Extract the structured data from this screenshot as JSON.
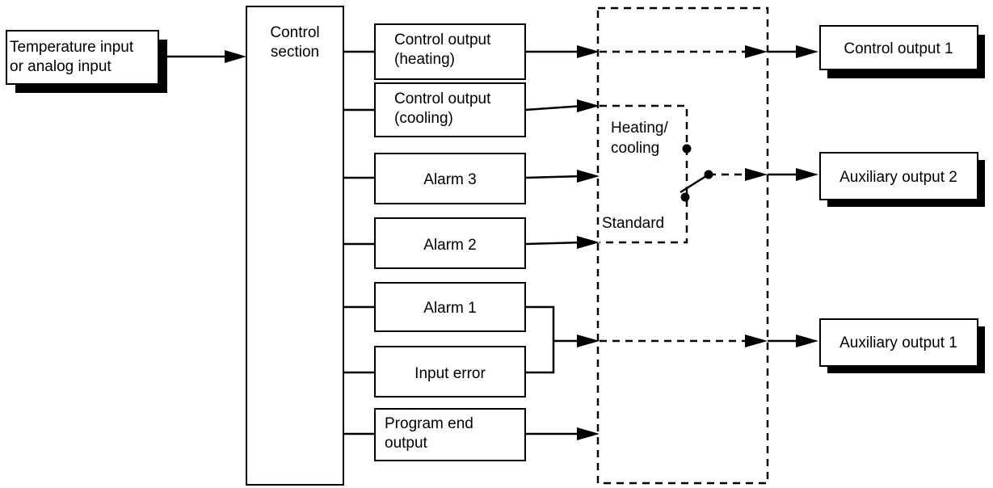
{
  "inputs": {
    "temperature_input": [
      "Temperature input",
      "or analog input"
    ]
  },
  "control_section": [
    "Control",
    "section"
  ],
  "functions": {
    "control_output_heating": [
      "Control output",
      "(heating)"
    ],
    "control_output_cooling": [
      "Control output",
      "(cooling)"
    ],
    "alarm_3": "Alarm 3",
    "alarm_2": "Alarm 2",
    "alarm_1": "Alarm 1",
    "input_error": "Input error",
    "program_end_output": [
      "Program end",
      "output"
    ]
  },
  "switch": {
    "heating_cooling": [
      "Heating/",
      "cooling"
    ],
    "standard": "Standard"
  },
  "outputs": {
    "control_output_1": "Control output 1",
    "auxiliary_output_2": "Auxiliary output 2",
    "auxiliary_output_1": "Auxiliary output 1"
  }
}
